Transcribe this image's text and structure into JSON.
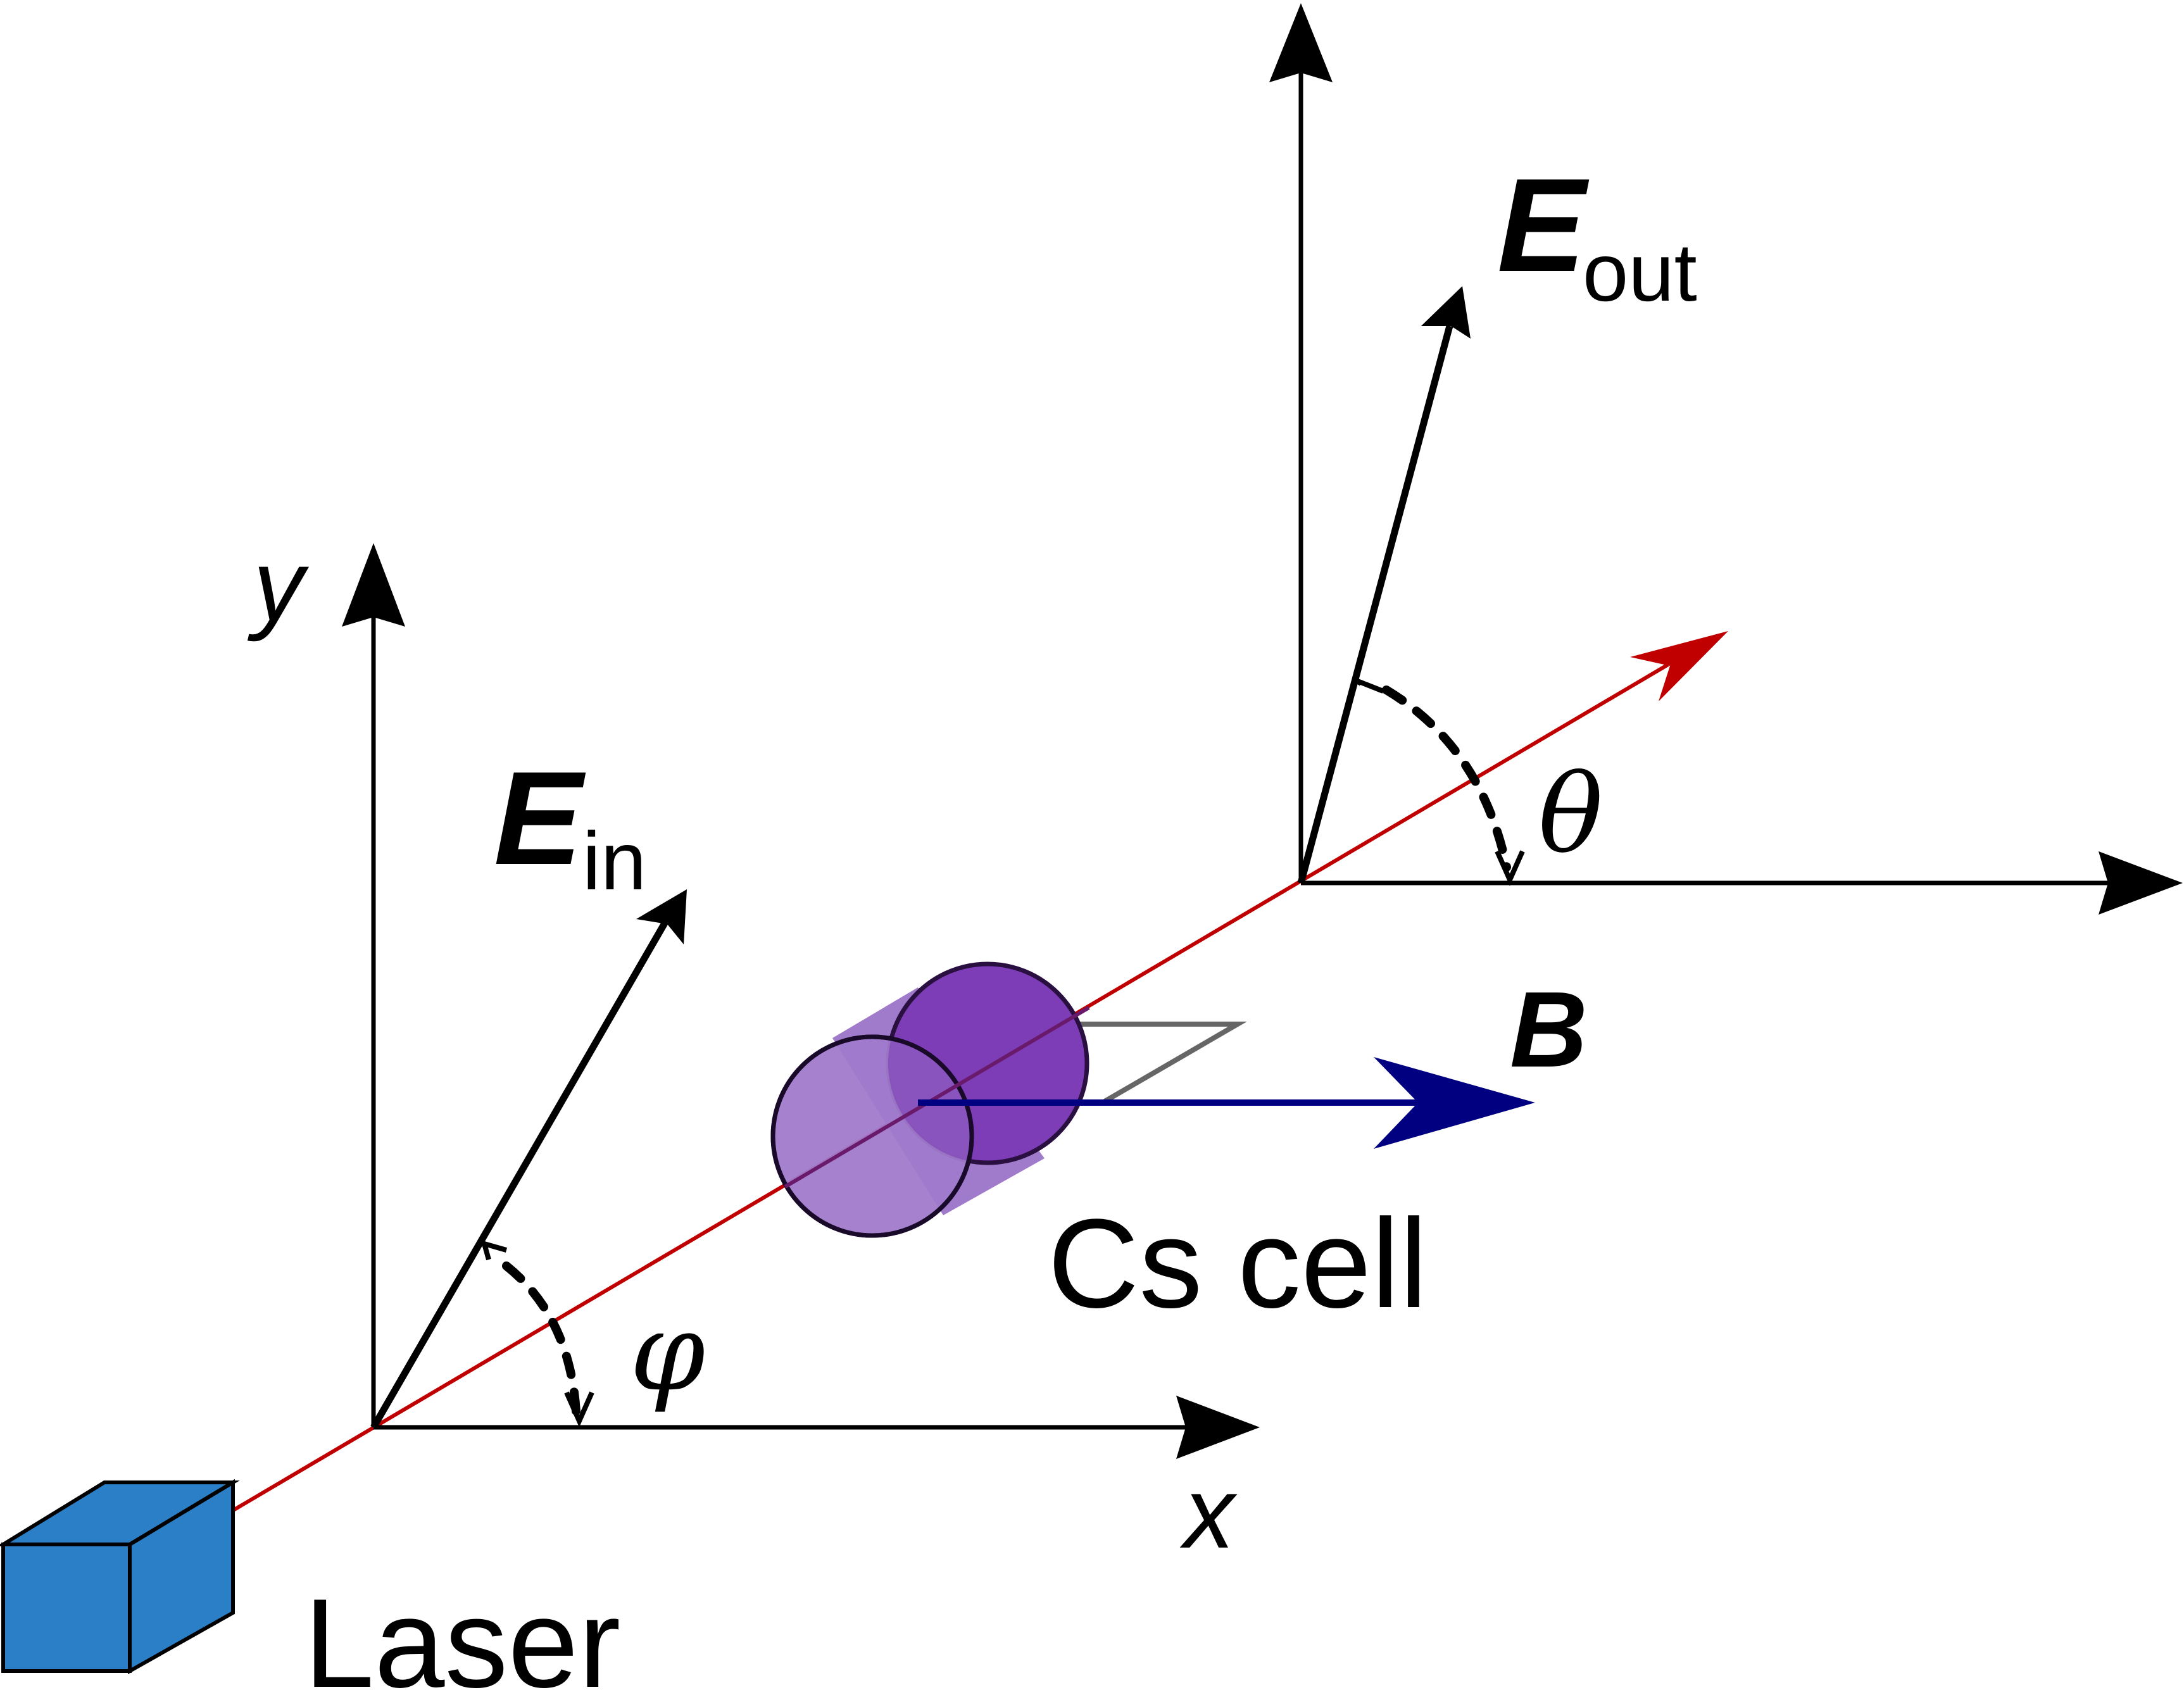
{
  "labels": {
    "x_axis": "x",
    "y_axis": "y",
    "e_in_main": "E",
    "e_in_sub": "in",
    "e_out_main": "E",
    "e_out_sub": "out",
    "b_field": "B",
    "phi": "φ",
    "theta": "θ",
    "cs_cell": "Cs cell",
    "laser": "Laser"
  },
  "colors": {
    "axis": "#000000",
    "beam": "#c00000",
    "b_field": "#000080",
    "laser_box": "#2a7fc6",
    "cell_front": "#a07acb",
    "cell_back": "#7d3db6",
    "cell_outline": "#3d1a5a",
    "frame_gray": "#666666"
  },
  "icons": {
    "laser": "laser-box-icon",
    "cell": "cs-cell-cylinder-icon"
  }
}
